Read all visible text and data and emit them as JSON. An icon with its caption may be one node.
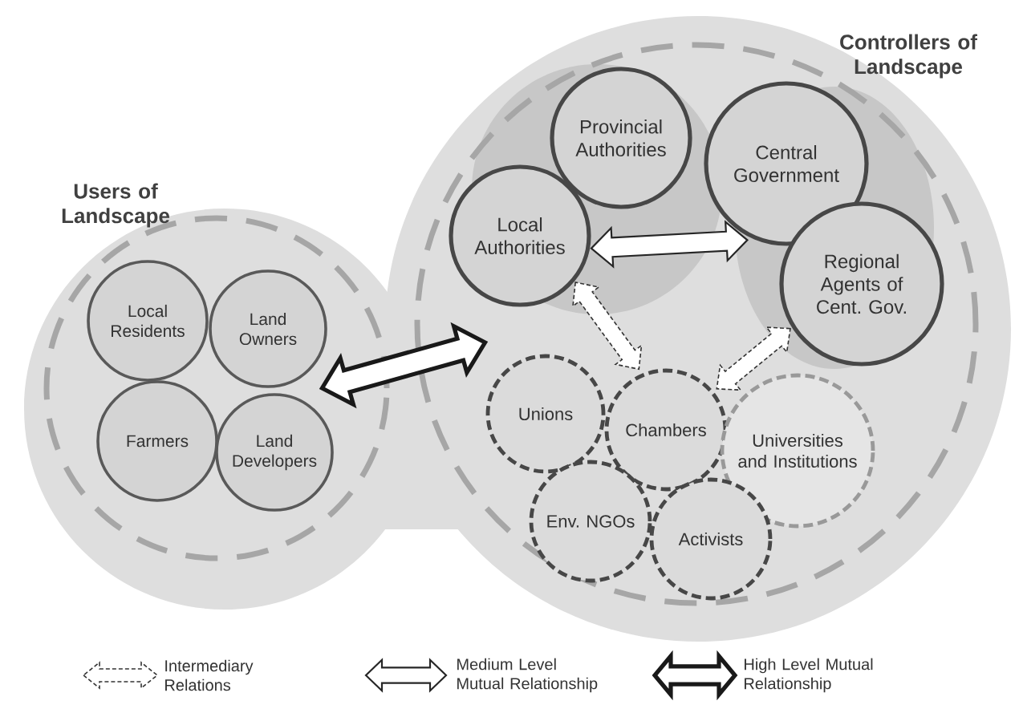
{
  "diagram": {
    "nodes": [
      {
        "text": [
          "Users of Landscape"
        ]
      },
      {
        "text": [
          "Local Residents"
        ],
        "in": 0
      },
      {
        "text": [
          "Land Owners"
        ],
        "in": 0
      },
      {
        "text": [
          "Farmers"
        ],
        "in": 0
      },
      {
        "text": [
          "Land Developers"
        ],
        "in": 0
      },
      {
        "text": [
          "Controllers of Landscape"
        ]
      },
      {
        "text": [
          "Provincial Authorities"
        ],
        "in": 5
      },
      {
        "text": [
          "Local Authorities"
        ],
        "in": 5
      },
      {
        "text": [
          "Central Government"
        ],
        "in": 5
      },
      {
        "text": [
          "Regional Agents of Cent. Gov."
        ],
        "in": 5
      },
      {
        "text": [
          "Unions"
        ],
        "in": 5
      },
      {
        "text": [
          "Chambers"
        ],
        "in": 5
      },
      {
        "text": [
          "Universities and Institutions"
        ],
        "in": 5
      },
      {
        "text": [
          "Env. NGOs"
        ],
        "in": 5
      },
      {
        "text": [
          "Activists"
        ],
        "in": 5
      }
    ],
    "edges": [
      {
        "from": 0,
        "to": 5,
        "arrow": "both",
        "style": "thick"
      },
      {
        "from": 7,
        "to": 8,
        "arrow": "both"
      },
      {
        "from": 7,
        "to": 11,
        "arrow": "both",
        "style": "dashed"
      },
      {
        "from": 9,
        "to": 11,
        "arrow": "both",
        "style": "dashed"
      }
    ],
    "legend": [
      {
        "text": "Intermediary Relations"
      },
      {
        "text": "Medium Level Mutual Relationship"
      },
      {
        "text": "High Level Mutual Relationship"
      }
    ]
  }
}
